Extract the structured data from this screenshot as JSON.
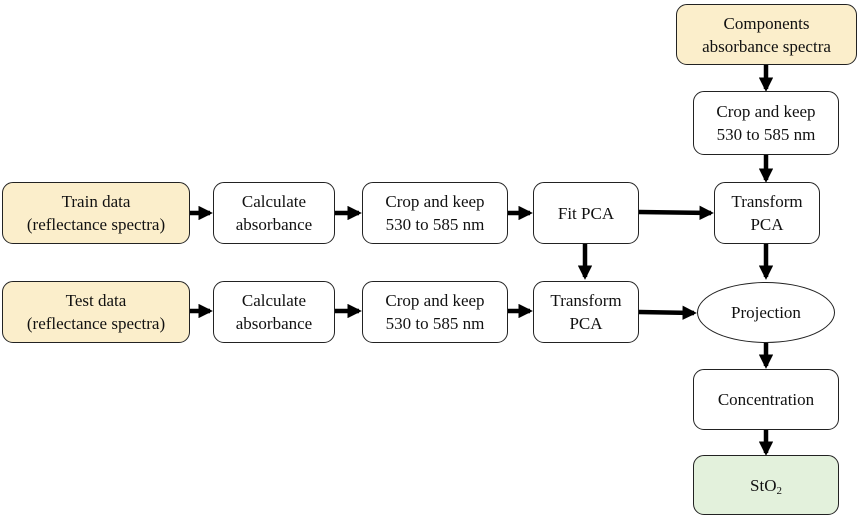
{
  "nodes": {
    "components": {
      "line1": "Components",
      "line2": "absorbance spectra"
    },
    "crop_components": {
      "line1": "Crop and keep",
      "line2": "530 to 585 nm"
    },
    "train_data": {
      "line1": "Train data",
      "line2": "(reflectance spectra)"
    },
    "calc_train": {
      "line1": "Calculate",
      "line2": "absorbance"
    },
    "crop_train": {
      "line1": "Crop and keep",
      "line2": "530 to 585 nm"
    },
    "fit_pca": {
      "line1": "Fit PCA"
    },
    "transform_pca_top": {
      "line1": "Transform",
      "line2": "PCA"
    },
    "test_data": {
      "line1": "Test data",
      "line2": "(reflectance spectra)"
    },
    "calc_test": {
      "line1": "Calculate",
      "line2": "absorbance"
    },
    "crop_test": {
      "line1": "Crop and keep",
      "line2": "530 to 585 nm"
    },
    "transform_pca_test": {
      "line1": "Transform",
      "line2": "PCA"
    },
    "projection": {
      "line1": "Projection"
    },
    "concentration": {
      "line1": "Concentration"
    },
    "sto2": {
      "base": "StO",
      "sub": "2"
    }
  },
  "colors": {
    "input_fill": "#fbeecb",
    "output_fill": "#e3f1dc",
    "stroke": "#222222",
    "arrow": "#000000"
  }
}
